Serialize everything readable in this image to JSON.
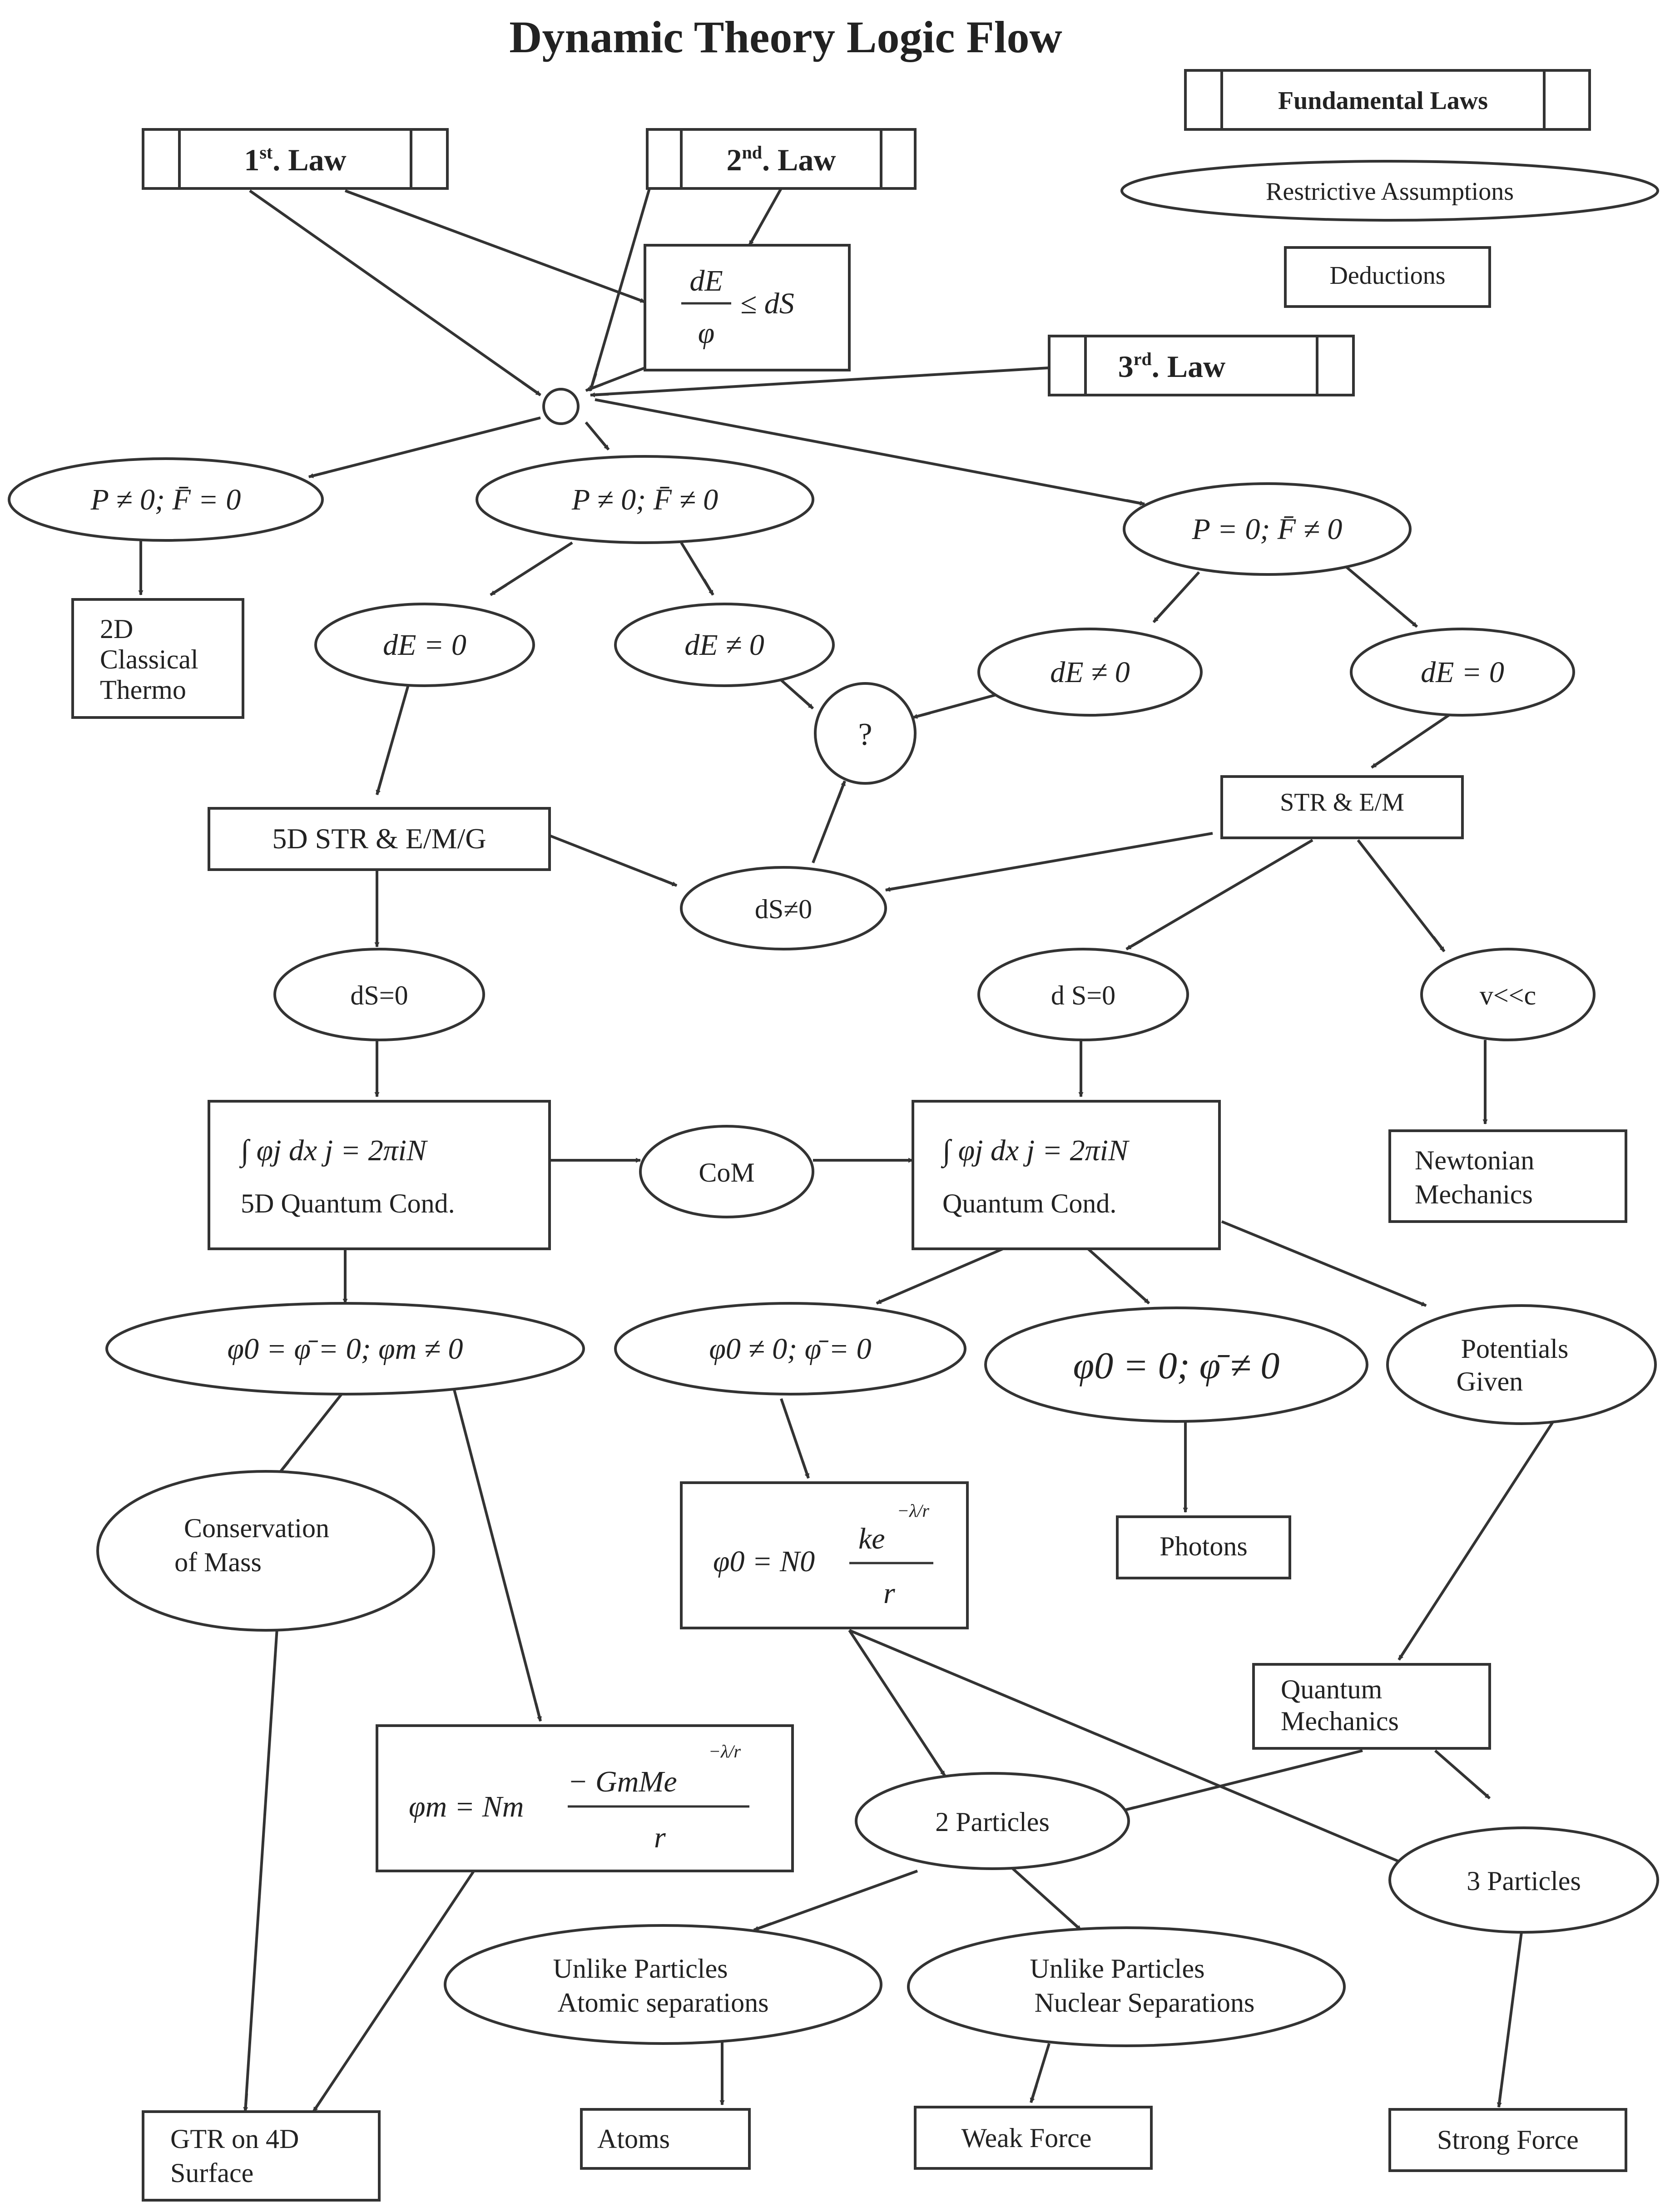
{
  "title": "Dynamic Theory Logic Flow",
  "legend": {
    "fundamental_laws": "Fundamental Laws",
    "restrictive_assumptions": "Restrictive Assumptions",
    "deductions": "Deductions"
  },
  "nodes": {
    "law1": {
      "main": "1",
      "sup": "st",
      "rest": ". Law"
    },
    "law2": {
      "main": "2",
      "sup": "nd",
      "rest": ". Law"
    },
    "law3": {
      "main": "3",
      "sup": "rd",
      "rest": ". Law"
    },
    "ineq": {
      "num": "dE",
      "den": "φ",
      "rhs": "≤ dS"
    },
    "p_f0": "P ≠ 0; F̄ = 0",
    "p_fn0": "P ≠ 0; F̄ ≠ 0",
    "p0_fn0": "P = 0; F̄ ≠ 0",
    "classical": [
      "2D",
      "Classical",
      "Thermo"
    ],
    "de0_left": "dE = 0",
    "den0_mid": "dE ≠ 0",
    "den0_right": "dE ≠ 0",
    "de0_right": "dE = 0",
    "question": "?",
    "str5d": "5D STR & E/M/G",
    "str": "STR & E/M",
    "dsn0": "dS≠0",
    "ds0_left": "dS=0",
    "ds0_right": "d S=0",
    "vc": "v<<c",
    "newtonian": [
      "Newtonian",
      "Mechanics"
    ],
    "qc5d": {
      "formula": "∫ φj dx j = 2πiN",
      "label": "5D Quantum Cond."
    },
    "com": "CoM",
    "qc": {
      "formula": "∫ φj dx j = 2πiN",
      "label": "Quantum Cond."
    },
    "phi_mass": "φ0 = φ̄ = 0; φm ≠ 0",
    "phi_charge": "φ0 ≠ 0; φ̄ = 0",
    "phi_photon": "φ0 = 0; φ̄ ≠ 0",
    "potentials": [
      "Potentials",
      "Given"
    ],
    "conservation": [
      "Conservation",
      "of Mass"
    ],
    "phi0_formula": {
      "lhs": "φ0 = N0",
      "num": "ke",
      "exp": "−λ/r",
      "den": "r"
    },
    "photons": "Photons",
    "phim_formula": {
      "lhs": "φm = Nm",
      "num": "− GmMe",
      "exp": "−λ/r",
      "den": "r"
    },
    "qm": [
      "Quantum",
      "Mechanics"
    ],
    "two_particles": "2 Particles",
    "three_particles": "3 Particles",
    "unlike_atomic": [
      "Unlike Particles",
      "Atomic separations"
    ],
    "unlike_nuclear": [
      "Unlike Particles",
      "Nuclear Separations"
    ],
    "gtr": [
      "GTR on 4D",
      "Surface"
    ],
    "atoms": "Atoms",
    "weak": "Weak Force",
    "strong": "Strong Force"
  }
}
